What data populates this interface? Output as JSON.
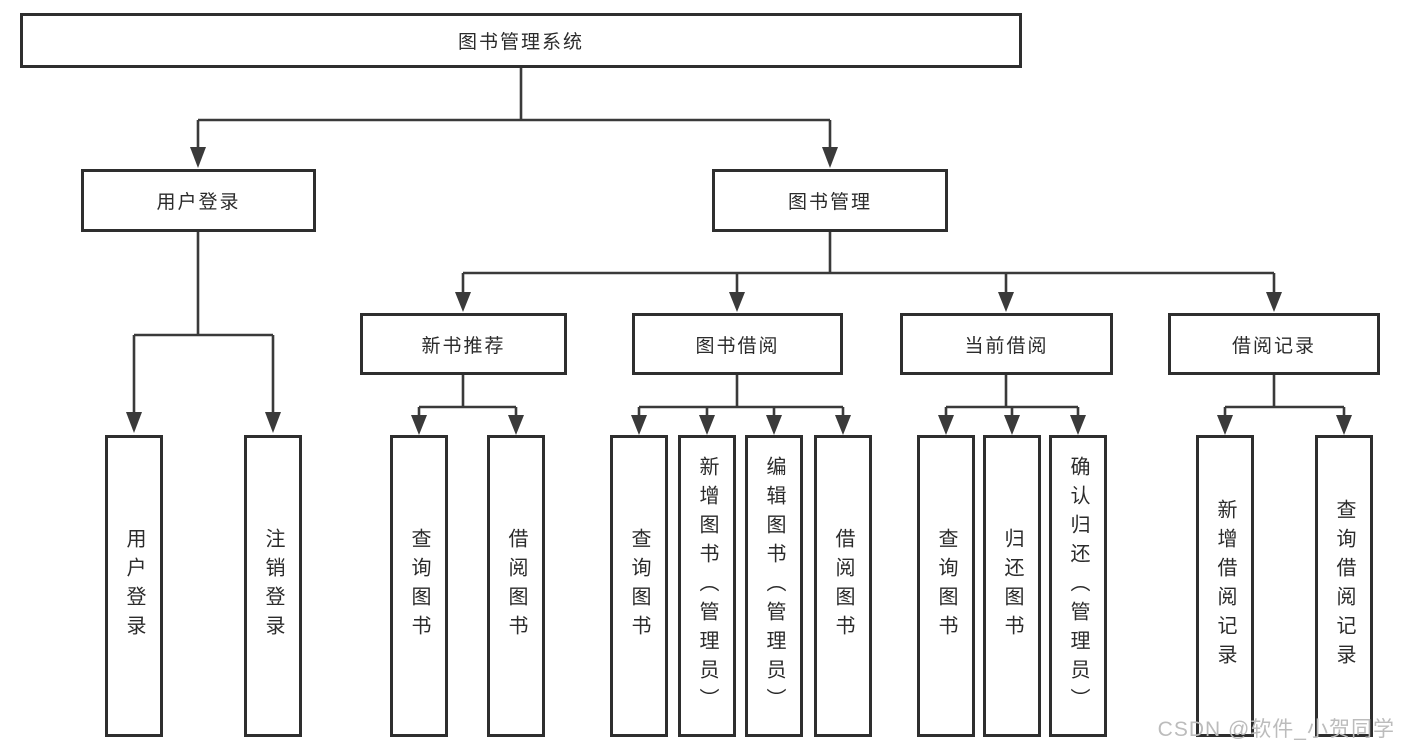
{
  "nodes": {
    "root": {
      "label": "图书管理系统"
    },
    "user_login": {
      "label": "用户登录"
    },
    "book_mgmt": {
      "label": "图书管理"
    },
    "new_book": {
      "label": "新书推荐"
    },
    "book_borrow": {
      "label": "图书借阅"
    },
    "current_borrow": {
      "label": "当前借阅"
    },
    "borrow_records": {
      "label": "借阅记录"
    },
    "leaf_user_login": {
      "label": "用户登录"
    },
    "leaf_logout": {
      "label": "注销登录"
    },
    "leaf_query_books_1": {
      "label": "查询图书"
    },
    "leaf_borrow_books_1": {
      "label": "借阅图书"
    },
    "leaf_query_books_2": {
      "label": "查询图书"
    },
    "leaf_add_book_admin": {
      "label": "新增图书（管理员）"
    },
    "leaf_edit_book_admin": {
      "label": "编辑图书（管理员）"
    },
    "leaf_borrow_books_2": {
      "label": "借阅图书"
    },
    "leaf_query_books_3": {
      "label": "查询图书"
    },
    "leaf_return_book": {
      "label": "归还图书"
    },
    "leaf_confirm_return_admin": {
      "label": "确认归还（管理员）"
    },
    "leaf_add_borrow_record": {
      "label": "新增借阅记录"
    },
    "leaf_query_borrow_record": {
      "label": "查询借阅记录"
    }
  },
  "structure": {
    "图书管理系统": {
      "用户登录": [
        "用户登录",
        "注销登录"
      ],
      "图书管理": {
        "新书推荐": [
          "查询图书",
          "借阅图书"
        ],
        "图书借阅": [
          "查询图书",
          "新增图书（管理员）",
          "编辑图书（管理员）",
          "借阅图书"
        ],
        "当前借阅": [
          "查询图书",
          "归还图书",
          "确认归还（管理员）"
        ],
        "借阅记录": [
          "新增借阅记录",
          "查询借阅记录"
        ]
      }
    }
  },
  "watermark": {
    "text": "CSDN @软件_小贺同学"
  },
  "colors": {
    "line": "#3a3a3a",
    "border": "#2e2e2e",
    "text": "#2b2b2b",
    "watermark": "#bcbcbc",
    "background": "#ffffff"
  }
}
